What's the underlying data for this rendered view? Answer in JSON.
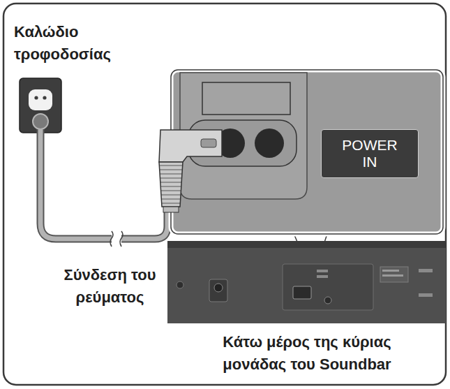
{
  "diagram": {
    "nodes": [
      {
        "text": [
          "POWER IN"
        ]
      }
    ],
    "labels": [
      "Καλώδιο τροφοδοσίας",
      "Σύνδεση του ρεύματος",
      "Κάτω μέρος της κύριας μονάδας του Soundbar"
    ]
  }
}
